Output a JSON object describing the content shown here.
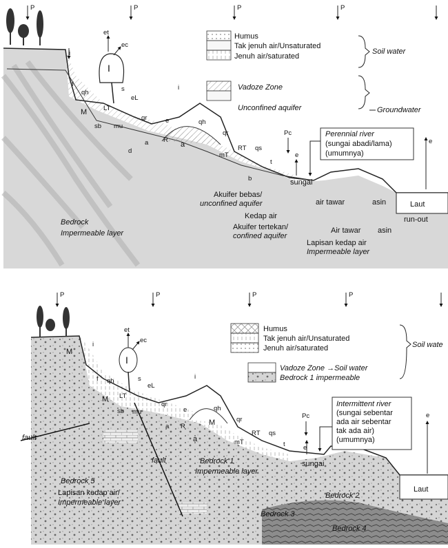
{
  "symbols": {
    "precipitation": "P",
    "evapotranspiration": "et",
    "evaporation_canopy": "ec",
    "interception": "I",
    "infiltration": "i",
    "interflow": "f",
    "flow_qh": "qh",
    "flow_qr": "qr",
    "qs": "qs",
    "lt": "LT",
    "el": "eL",
    "e": "e",
    "s": "s",
    "sb": "sb",
    "mu": "mu",
    "a": "a",
    "r": "R",
    "rt": "RT",
    "mt": "mT",
    "t": "t",
    "b": "b",
    "d": "d",
    "m": "M",
    "pc": "Pc"
  },
  "top_panel": {
    "legend": {
      "humus": "Humus",
      "unsaturated": "Tak jenuh air/Unsaturated",
      "saturated": "Jenuh air/saturated",
      "soil_water": "Soil water",
      "vadoze": "Vadoze Zone",
      "unconfined": "Unconfined aquifer",
      "groundwater": "Groundwater"
    },
    "river_box": [
      "Perennial river",
      "(sungai abadi/lama)",
      "(umumnya)"
    ],
    "labels": {
      "sungai": "sungai",
      "aquifer_bebas": "Akuifer bebas/",
      "aquifer_unconfined": "unconfined aquifer",
      "air_tawar": "air tawar",
      "asin": "asin",
      "laut": "Laut",
      "kedap_air": "Kedap air",
      "aquifer_tertekan": "Akuifer tertekan/",
      "confined": "confined aquifer",
      "air_tawar2": "Air tawar",
      "asin2": "asin",
      "run_out": "run-out",
      "lapisan": "Lapisan kedap air",
      "impermeable": "Impermeable layer",
      "bedrock": "Bedrock",
      "impermeable_layer": "Impermeable layer"
    }
  },
  "bottom_panel": {
    "legend": {
      "humus": "Humus",
      "unsaturated": "Tak jenuh air/Unsaturated",
      "saturated": "Jenuh air/saturated",
      "soil_water": "Soil wate",
      "vadoze": "Vadoze Zone →Soil water",
      "bedrock1": "Bedrock 1 impermeable"
    },
    "river_box": [
      "Intermittent river",
      "(sungai sebentar",
      "ada air sebentar",
      "tak ada air)",
      "(umumnya)"
    ],
    "labels": {
      "fault1": "fault",
      "fault2": "fault",
      "bedrock1": "Bedrock 1",
      "impermeable_layer": "Impermeable layer",
      "sungai": "sungai",
      "bedrock2": "Bedrock 2",
      "laut": "Laut",
      "bedrock5": "Bedrock 5",
      "lapisan": "Lapisan kedap air/",
      "impermeable": "Impermeable layer",
      "bedrock3": "Bedrock 3",
      "bedrock4": "Bedrock 4"
    }
  }
}
